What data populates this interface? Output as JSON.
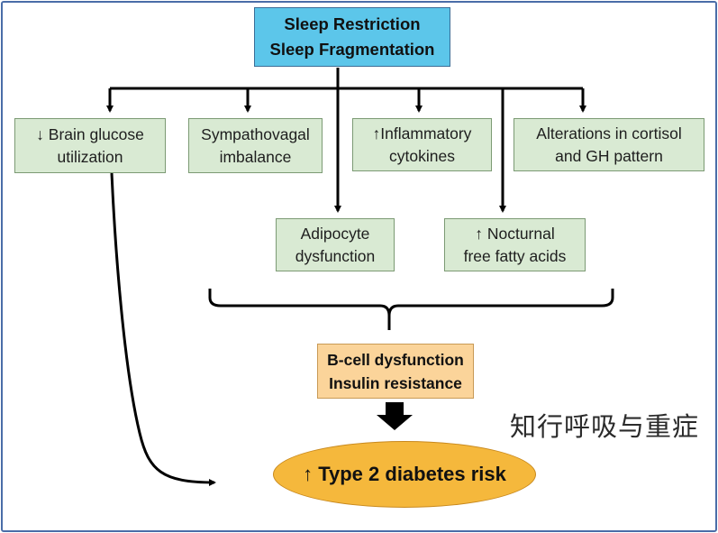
{
  "top_box": {
    "line1": "Sleep Restriction",
    "line2": "Sleep Fragmentation"
  },
  "factors": {
    "brain_glucose": {
      "line1": "↓ Brain glucose",
      "line2": "utilization"
    },
    "sympathovagal": {
      "line1": "Sympathovagal",
      "line2": "imbalance"
    },
    "inflammatory": {
      "line1": "↑Inflammatory",
      "line2": "cytokines"
    },
    "cortisol_gh": {
      "line1": "Alterations in cortisol",
      "line2": "and GH pattern"
    },
    "adipocyte": {
      "line1": "Adipocyte",
      "line2": "dysfunction"
    },
    "fatty_acids": {
      "line1": "↑ Nocturnal",
      "line2": "free fatty acids"
    }
  },
  "mechanism_box": {
    "line1": "B-cell dysfunction",
    "line2": "Insulin resistance"
  },
  "outcome": {
    "label": "↑ Type 2 diabetes risk"
  },
  "watermark": "知行呼吸与重症",
  "colors": {
    "frame": "#4a6da8",
    "top_box": "#5cc6ea",
    "factor_boxes": "#d9ead3",
    "mechanism_box": "#fbd49a",
    "outcome": "#f5b83c",
    "lines": "#000000"
  }
}
